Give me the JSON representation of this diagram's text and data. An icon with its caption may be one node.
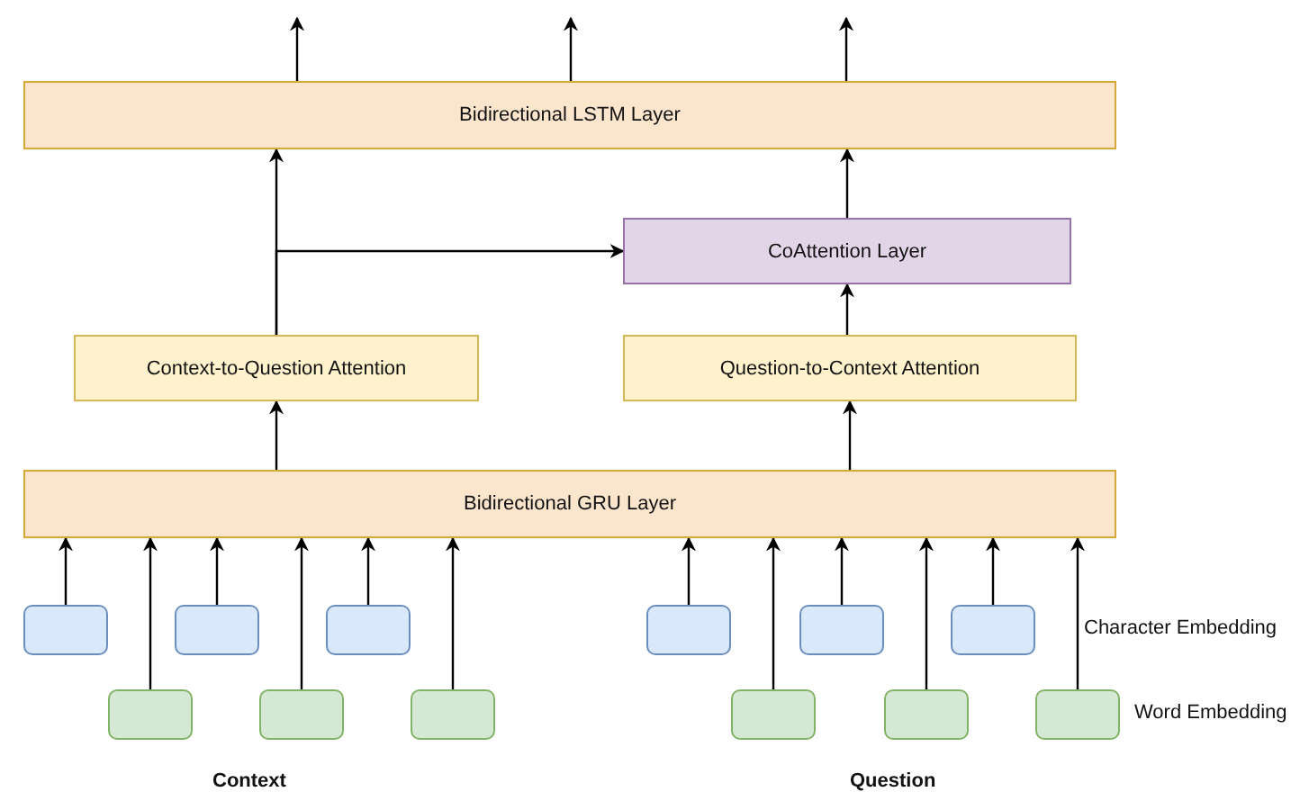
{
  "diagram": {
    "nodes": [
      {
        "text": [
          "Bidirectional LSTM Layer"
        ]
      },
      {
        "text": [
          "CoAttention Layer"
        ]
      },
      {
        "text": [
          "Context-to-Question Attention"
        ]
      },
      {
        "text": [
          "Question-to-Context Attention"
        ]
      },
      {
        "text": [
          "Bidirectional GRU Layer"
        ]
      },
      {
        "text": [],
        "shape": "box"
      },
      {
        "text": [],
        "shape": "box"
      },
      {
        "text": [],
        "shape": "box"
      },
      {
        "text": [],
        "shape": "box"
      },
      {
        "text": [],
        "shape": "box"
      },
      {
        "text": [],
        "shape": "box"
      },
      {
        "text": [],
        "shape": "box"
      },
      {
        "text": [],
        "shape": "box"
      },
      {
        "text": [],
        "shape": "box"
      },
      {
        "text": [],
        "shape": "box"
      },
      {
        "text": [],
        "shape": "box"
      },
      {
        "text": [],
        "shape": "box"
      }
    ],
    "edges": [
      {
        "from": 0,
        "to": null,
        "arrow": "to"
      },
      {
        "from": 0,
        "to": null,
        "arrow": "to"
      },
      {
        "from": 0,
        "to": null,
        "arrow": "to"
      },
      {
        "from": 2,
        "to": 0,
        "arrow": "to"
      },
      {
        "from": 2,
        "to": 1,
        "arrow": "to"
      },
      {
        "from": 1,
        "to": 0,
        "arrow": "to"
      },
      {
        "from": 3,
        "to": 1,
        "arrow": "to"
      },
      {
        "from": 4,
        "to": 2,
        "arrow": "to"
      },
      {
        "from": 4,
        "to": 3,
        "arrow": "to"
      },
      {
        "from": 5,
        "to": 4,
        "arrow": "to"
      },
      {
        "from": 11,
        "to": 4,
        "arrow": "to"
      },
      {
        "from": 6,
        "to": 4,
        "arrow": "to"
      },
      {
        "from": 12,
        "to": 4,
        "arrow": "to"
      },
      {
        "from": 7,
        "to": 4,
        "arrow": "to"
      },
      {
        "from": 13,
        "to": 4,
        "arrow": "to"
      },
      {
        "from": 8,
        "to": 4,
        "arrow": "to"
      },
      {
        "from": 14,
        "to": 4,
        "arrow": "to"
      },
      {
        "from": 9,
        "to": 4,
        "arrow": "to"
      },
      {
        "from": 15,
        "to": 4,
        "arrow": "to"
      },
      {
        "from": 10,
        "to": 4,
        "arrow": "to"
      },
      {
        "from": 16,
        "to": 4,
        "arrow": "to"
      }
    ],
    "labels": [
      "Character Embedding",
      "Word Embedding",
      "Context",
      "Question"
    ]
  }
}
